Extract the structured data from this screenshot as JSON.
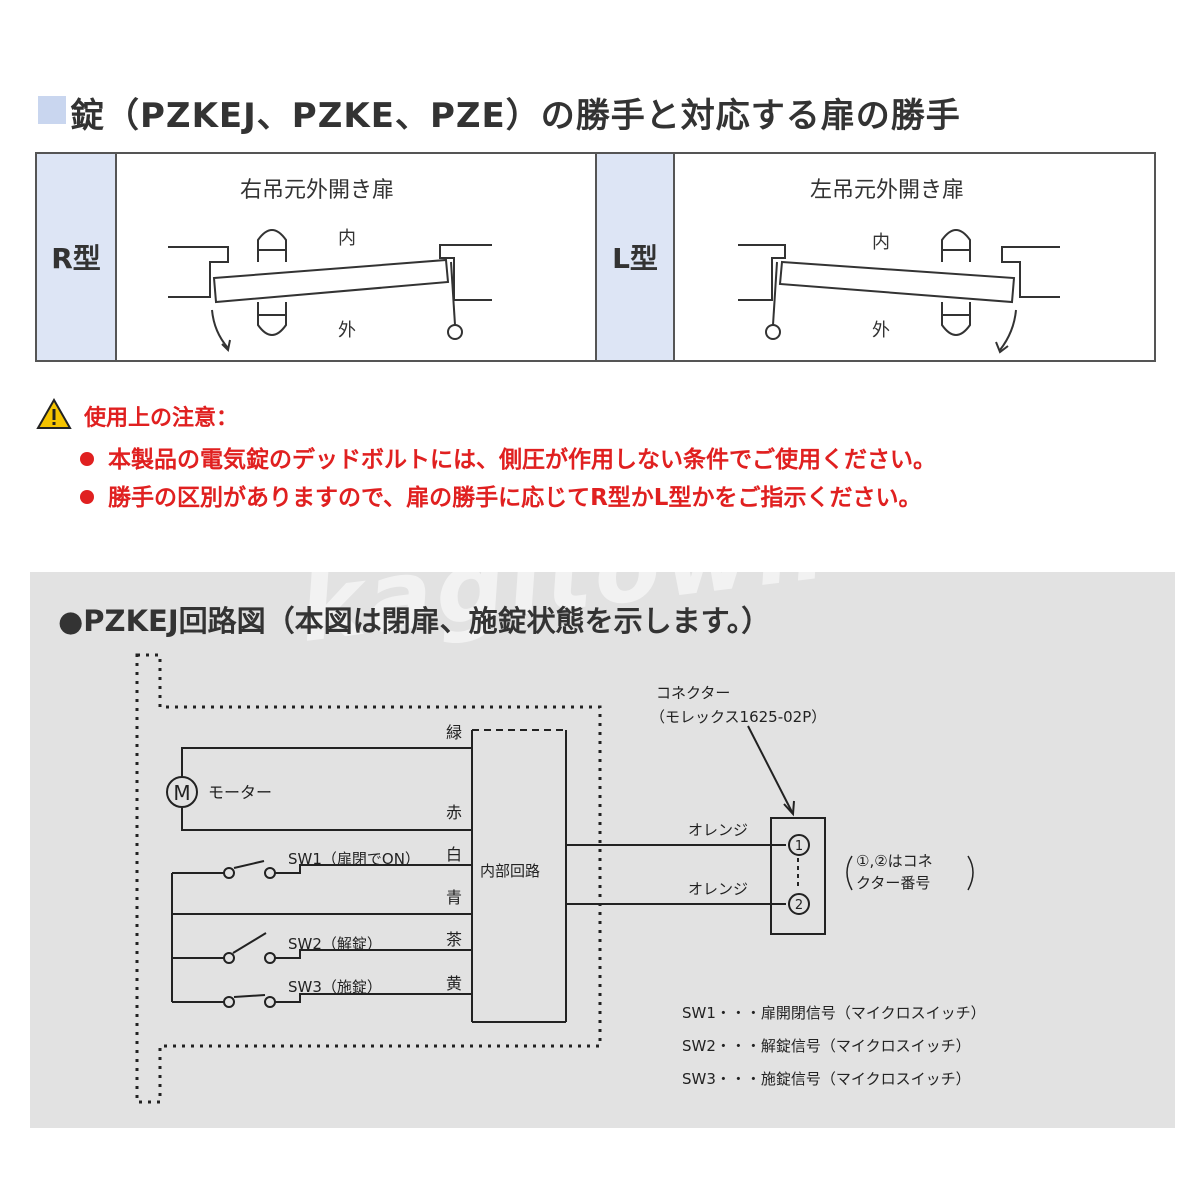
{
  "header": {
    "title": "錠（PZKEJ、PZKE、PZE）の勝手と対応する扉の勝手"
  },
  "hand_table": {
    "right": {
      "type_label": "R型",
      "door_label": "右吊元外開き扉",
      "inside": "内",
      "outside": "外"
    },
    "left": {
      "type_label": "L型",
      "door_label": "左吊元外開き扉",
      "inside": "内",
      "outside": "外"
    }
  },
  "caution": {
    "heading": "使用上の注意：",
    "items": [
      "本製品の電気錠のデッドボルトには、側圧が作用しない条件でご使用ください。",
      "勝手の区別がありますので、扉の勝手に応じてR型かL型かをご指示ください。"
    ]
  },
  "watermark": "kagitown",
  "circuit": {
    "title": "●PZKEJ回路図（本図は閉扉、施錠状態を示します。）",
    "motor_symbol": "M",
    "motor_label": "モーター",
    "wires": [
      "緑",
      "赤",
      "白",
      "青",
      "茶",
      "黄"
    ],
    "internal_circuit": "内部回路",
    "switches": {
      "sw1": "SW1（扉閉でON）",
      "sw2": "SW2（解錠）",
      "sw3": "SW3（施錠）"
    },
    "connector_title": "コネクター",
    "connector_model": "（モレックス1625-02P）",
    "orange_1": "オレンジ",
    "orange_2": "オレンジ",
    "pin_1": "1",
    "pin_2": "2",
    "pin_note_1": "①,②はコネ",
    "pin_note_2": "クター番号",
    "legend": [
      "SW1・・・扉開閉信号（マイクロスイッチ）",
      "SW2・・・解錠信号（マイクロスイッチ）",
      "SW3・・・施錠信号（マイクロスイッチ）"
    ]
  },
  "colors": {
    "header_marker": "#c9d6ef",
    "table_header_bg": "#dde5f5",
    "caution_red": "#e02020",
    "panel_bg": "#e2e2e2"
  }
}
